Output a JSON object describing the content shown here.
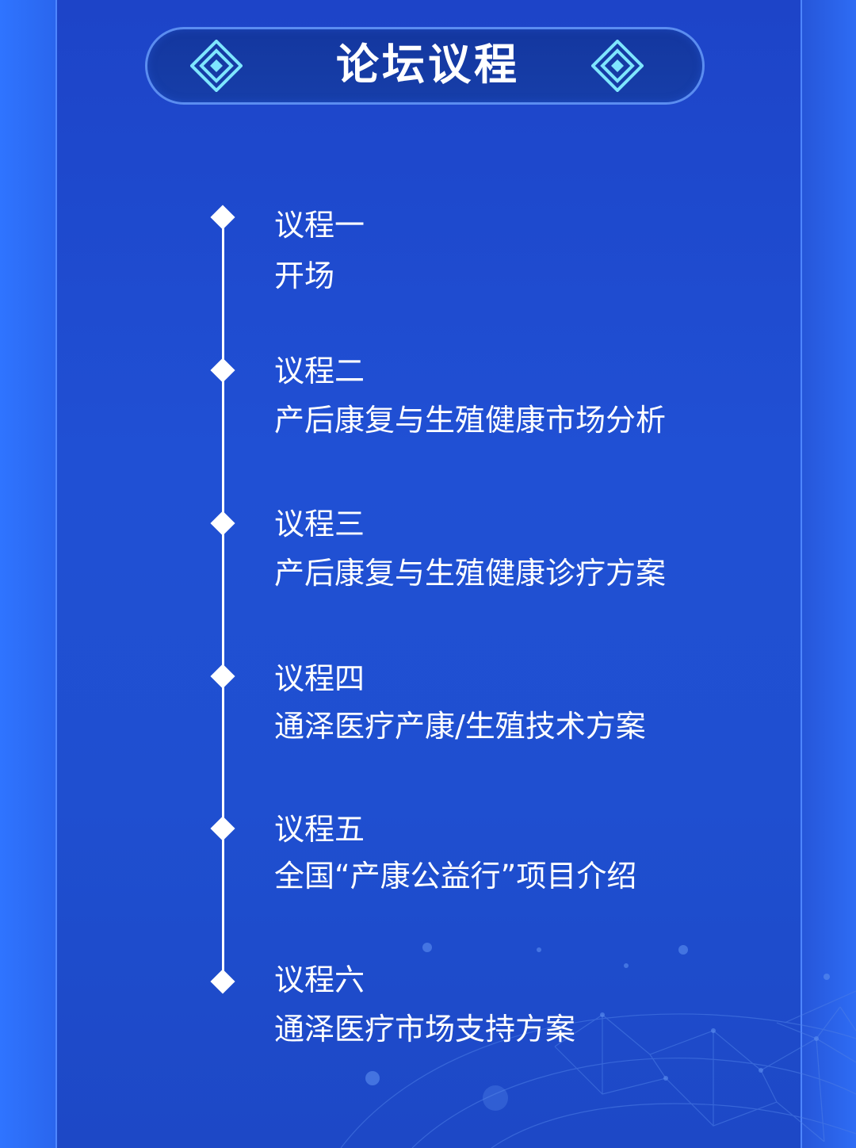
{
  "title": "论坛议程",
  "agenda": [
    {
      "label": "议程一",
      "desc": "开场"
    },
    {
      "label": "议程二",
      "desc": "产后康复与生殖健康市场分析"
    },
    {
      "label": "议程三",
      "desc": "产后康复与生殖健康诊疗方案"
    },
    {
      "label": "议程四",
      "desc": "通泽医疗产康/生殖技术方案"
    },
    {
      "label": "议程五",
      "desc": "全国“产康公益行”项目介绍"
    },
    {
      "label": "议程六",
      "desc": "通泽医疗市场支持方案"
    }
  ],
  "colors": {
    "background": "#2f6ff0",
    "panel": "#1f4fd0",
    "accent": "#7ee6ff",
    "text": "#ffffff"
  },
  "icons": {
    "title_left": "diamond-ornament-icon",
    "title_right": "diamond-ornament-icon",
    "timeline_node": "diamond-node-icon"
  }
}
